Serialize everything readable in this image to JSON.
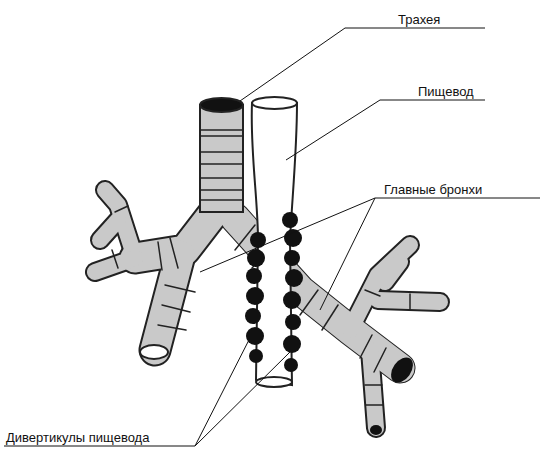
{
  "diagram": {
    "labels": [
      "Трахея",
      "Пищевод",
      "Главные бронхи",
      "Дивертикулы пищевода"
    ]
  }
}
